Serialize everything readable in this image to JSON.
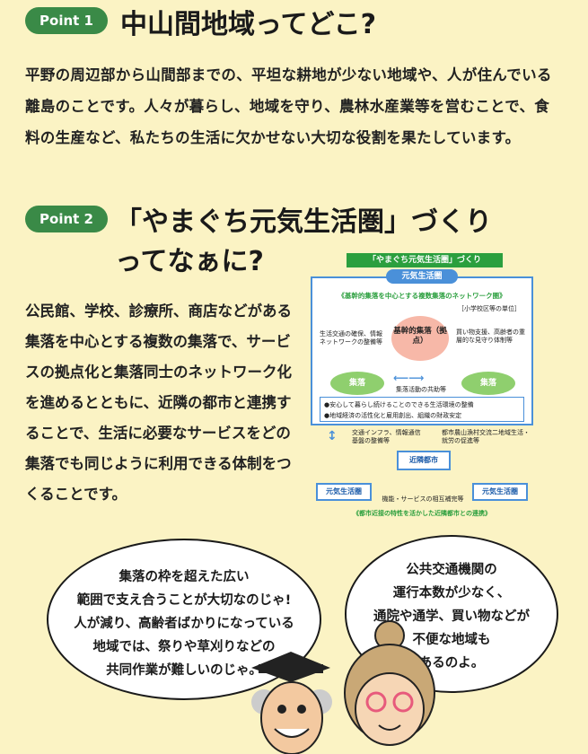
{
  "point1": {
    "badge": "Point 1",
    "title": "中山間地域ってどこ?",
    "body": "平野の周辺部から山間部までの、平坦な耕地が少ない地域や、人が住んでいる離島のことです。人々が暮らし、地域を守り、農林水産業等を営むことで、食料の生産など、私たちの生活に欠かせない大切な役割を果たしています。"
  },
  "point2": {
    "badge": "Point 2",
    "title_line1": "「やまぐち元気生活圏」づくり",
    "title_line2": "ってなぁに?",
    "body": "公民館、学校、診療所、商店などがある集落を中心とする複数の集落で、サービスの拠点化と集落同士のネットワーク化を進めるとともに、近隣の都市と連携することで、生活に必要なサービスをどの集落でも同じように利用できる体制をつくることです。"
  },
  "diagram": {
    "title": "「やまぐち元気生活圏」づくり",
    "box_label": "元気生活圏",
    "box_sub": "《基幹的集落を中心とする複数集落のネットワーク圏》",
    "unit": "［小学校区等の単位］",
    "core": "基幹的集落（拠点）",
    "left_text": "生活交通の確保、情報ネットワークの整備等",
    "right_text": "買い物支援、高齢者の重層的な見守り体制等",
    "village_left": "集落",
    "village_right": "集落",
    "mid_text": "集落活動の共助等",
    "note1": "●安心して暮らし続けることのできる生活環境の整備",
    "note2": "●地域経済の活性化と雇用創出、組織の財政安定",
    "left_lower": "交通インフラ、情報通信基盤の整備等",
    "right_lower": "都市農山漁村交流二地域生活・就労の促進等",
    "city": "近隣都市",
    "bottom_left": "元気生活圏",
    "bottom_right": "元気生活圏",
    "bottom_mid": "機能・サービスの相互補完等",
    "caption": "《都市近接の特性を活かした近隣都市との連携》"
  },
  "bubble_left": {
    "lines": [
      "集落の枠を超えた広い",
      "範囲で支え合うことが大切なのじゃ!",
      "人が減り、高齢者ばかりになっている",
      "地域では、祭りや草刈りなどの",
      "共同作業が難しいのじゃ。"
    ]
  },
  "bubble_right": {
    "lines": [
      "公共交通機関の",
      "運行本数が少なく、",
      "通院や通学、買い物などが",
      "不便な地域も",
      "あるのよ。"
    ]
  },
  "colors": {
    "background": "#fbf3c4",
    "badge": "#3a8a47",
    "accent_blue": "#4a90d9",
    "accent_green": "#2b9f3e"
  }
}
